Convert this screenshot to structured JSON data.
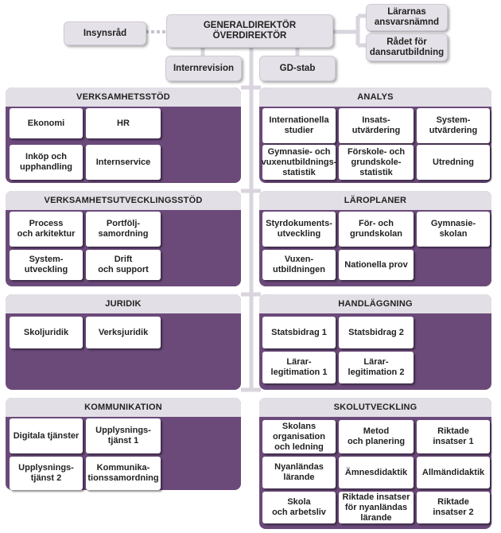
{
  "top": {
    "director": "GENERALDIREKTÖR\nÖVERDIREKTÖR",
    "insynsrad": "Insynsråd",
    "ansvarsnamnd": "Lärarnas\nansvarsnämnd",
    "dansradet": "Rådet för\ndansarutbildning",
    "internrevision": "Internrevision",
    "gdstab": "GD-stab"
  },
  "units": [
    {
      "key": "verksamhetsstod",
      "title": "VERKSAMHETSSTÖD",
      "cells": [
        "Ekonomi",
        "HR",
        "Inköp och\nupphandling",
        "Internservice"
      ]
    },
    {
      "key": "analys",
      "title": "ANALYS",
      "cells": [
        "Internationella\nstudier",
        "Insats-\nutvärdering",
        "System-\nutvärdering",
        "Gymnasie- och\nvuxenutbildnings-\nstatistik",
        "Förskole- och\ngrundskole-\nstatistik",
        "Utredning"
      ]
    },
    {
      "key": "verksamhetsutvecklingsstod",
      "title": "VERKSAMHETSUTVECKLINGSSTÖD",
      "cells": [
        "Process\noch arkitektur",
        "Portfölj-\nsamordning",
        "System-\nutveckling",
        "Drift\noch support"
      ]
    },
    {
      "key": "laroplaner",
      "title": "LÄROPLANER",
      "cells": [
        "Styrdokuments-\nutveckling",
        "För- och\ngrundskolan",
        "Gymnasie-\nskolan",
        "Vuxen-\nutbildningen",
        "Nationella prov"
      ]
    },
    {
      "key": "juridik",
      "title": "JURIDIK",
      "cells": [
        "Skoljuridik",
        "Verksjuridik"
      ]
    },
    {
      "key": "handlaggning",
      "title": "HANDLÄGGNING",
      "cells": [
        "Statsbidrag 1",
        "Statsbidrag 2",
        "Lärar-\nlegitimation 1",
        "Lärar-\nlegitimation 2"
      ]
    },
    {
      "key": "kommunikation",
      "title": "KOMMUNIKATION",
      "cells": [
        "Digitala tjänster",
        "Upplysnings-\ntjänst 1",
        "Upplysnings-\ntjänst 2",
        "Kommunika-\ntionssamordning"
      ]
    },
    {
      "key": "skolutveckling",
      "title": "SKOLUTVECKLING",
      "cells": [
        "Skolans\norganisation\noch ledning",
        "Metod\noch planering",
        "Riktade\ninsatser 1",
        "Nyanländas\nlärande",
        "Ämnesdidaktik",
        "Allmändidaktik",
        "Skola\noch arbetsliv",
        "Riktade insatser\nför nyanländas\nlärande",
        "Riktade\ninsatser 2"
      ]
    }
  ],
  "colors": {
    "unit_body": "#6b4a7a",
    "header": "#e3dfe6",
    "connector": "#d8d3dc"
  }
}
